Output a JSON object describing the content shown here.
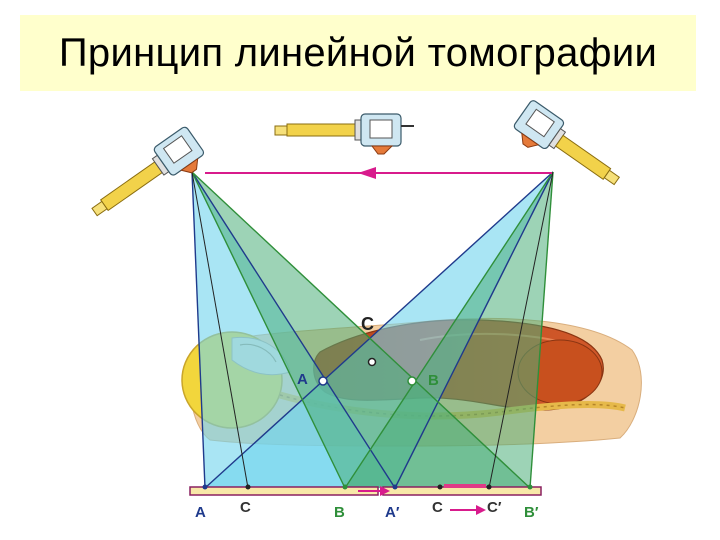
{
  "title": "Принцип линейной томографии",
  "labels": {
    "point_a": "A",
    "point_b": "B",
    "point_c": "C",
    "film_left_a": "A",
    "film_left_c": "C",
    "film_left_b": "B",
    "film_right_a": "A′",
    "film_right_c": "C",
    "film_right_c_prime": "C′",
    "film_right_b": "B′"
  },
  "colors": {
    "title_background": "#ffffcc",
    "beam_blue": "#6fd3ec",
    "beam_green": "#4caf7a",
    "tube_yellow": "#f2d24a",
    "motion_arrow": "#d81b8c",
    "film_bar": "#f8e8a8",
    "label_blue": "#1f3a8c",
    "label_green": "#2f8f3a"
  }
}
